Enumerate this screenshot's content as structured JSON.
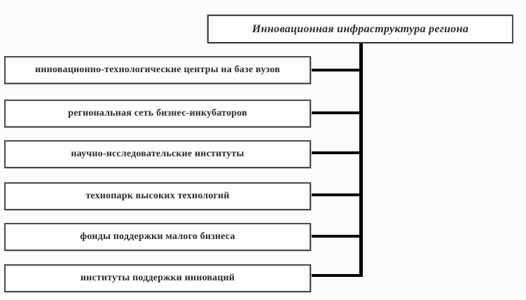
{
  "diagram": {
    "title": {
      "label": "Инновационная инфраструктура региона"
    },
    "items": [
      {
        "label": "инновационно-технологические центры на базе вузов"
      },
      {
        "label": "региональная сеть бизнес-инкубаторов"
      },
      {
        "label": "научно-исследовательские институты"
      },
      {
        "label": "технопарк высоких технологий"
      },
      {
        "label": "фонды поддержки малого бизнеса"
      },
      {
        "label": "институты поддержки инноваций"
      }
    ],
    "colors": {
      "line": "#000000",
      "box_border": "#4a4a4a",
      "text": "#2b2b33",
      "background": "#fcfcfc"
    }
  }
}
